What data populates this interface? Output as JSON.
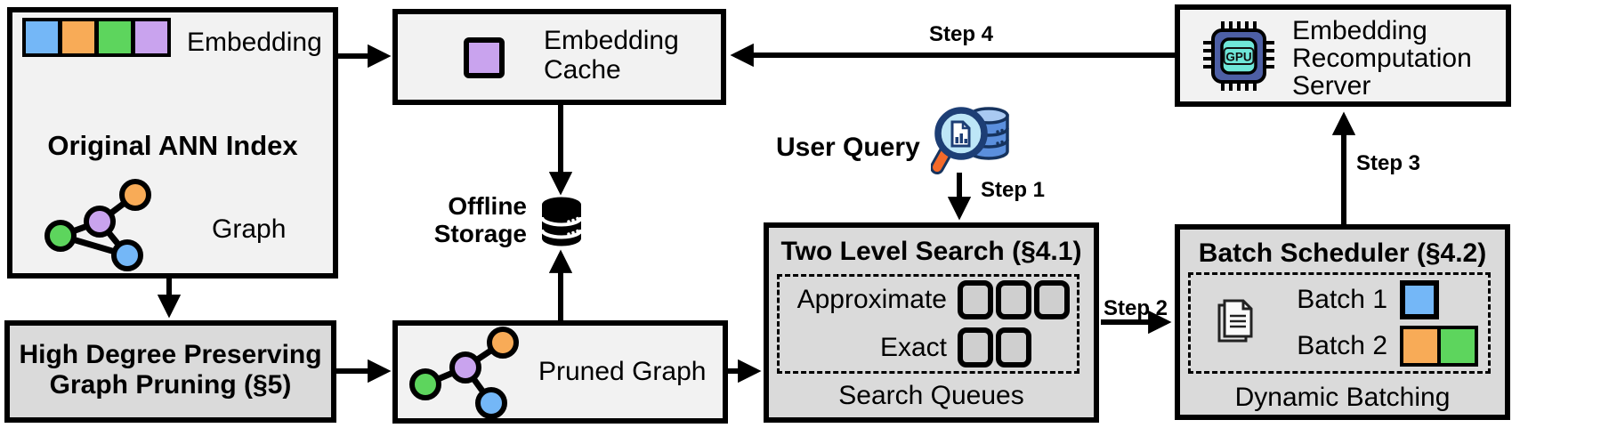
{
  "colors": {
    "blue": "#74b7f7",
    "orange": "#f8ab57",
    "green": "#5dd55d",
    "purple": "#c9a3ee",
    "box_light": "#f2f2f2",
    "box_dark": "#dadada",
    "queue_fill": "#cfcfcf",
    "db_body": "#5b8fdd",
    "db_top": "#a9c9f2",
    "db_outline": "#16335e",
    "lens_fill": "#bde6f7",
    "lens_rim": "#1d3e75",
    "handle": "#f46a2a",
    "chip_body": "#4d5fa5",
    "chip_core": "#6fe7d8"
  },
  "boxes": {
    "original_ann_index": {
      "title": "Original ANN Index",
      "embedding_label": "Embedding",
      "graph_label": "Graph"
    },
    "embedding_cache": {
      "line1": "Embedding",
      "line2": "Cache"
    },
    "offline_storage": {
      "line1": "Offline",
      "line2": "Storage"
    },
    "recomputation_server": {
      "line1": "Embedding",
      "line2": "Recomputation",
      "line3": "Server",
      "chip_label": "GPU"
    },
    "high_degree_pruning": {
      "line1": "High Degree Preserving",
      "line2": "Graph Pruning (§5)"
    },
    "pruned_graph": {
      "label": "Pruned Graph"
    },
    "two_level_search": {
      "title": "Two Level Search (§4.1)",
      "approximate_label": "Approximate",
      "exact_label": "Exact",
      "footer": "Search Queues"
    },
    "batch_scheduler": {
      "title": "Batch Scheduler (§4.2)",
      "batch1_label": "Batch 1",
      "batch2_label": "Batch 2",
      "footer": "Dynamic Batching"
    }
  },
  "labels": {
    "user_query": "User Query",
    "step1": "Step 1",
    "step2": "Step 2",
    "step3": "Step 3",
    "step4": "Step 4"
  }
}
